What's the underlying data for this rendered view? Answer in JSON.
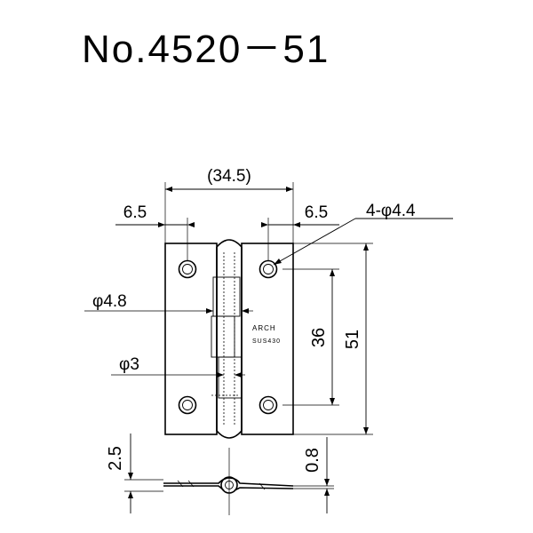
{
  "drawing": {
    "title": "No.4520－51",
    "dimensions": {
      "overall_width": "(34.5)",
      "left_offset": "6.5",
      "right_offset": "6.5",
      "holes": "4-φ4.4",
      "knuckle_diameter": "φ4.8",
      "pin_diameter": "φ3",
      "hole_pitch": "36",
      "height": "51",
      "leaf_thickness": "2.5",
      "side_thickness": "0.8"
    },
    "markings": {
      "brand": "ARCH",
      "material": "SUS430"
    }
  }
}
